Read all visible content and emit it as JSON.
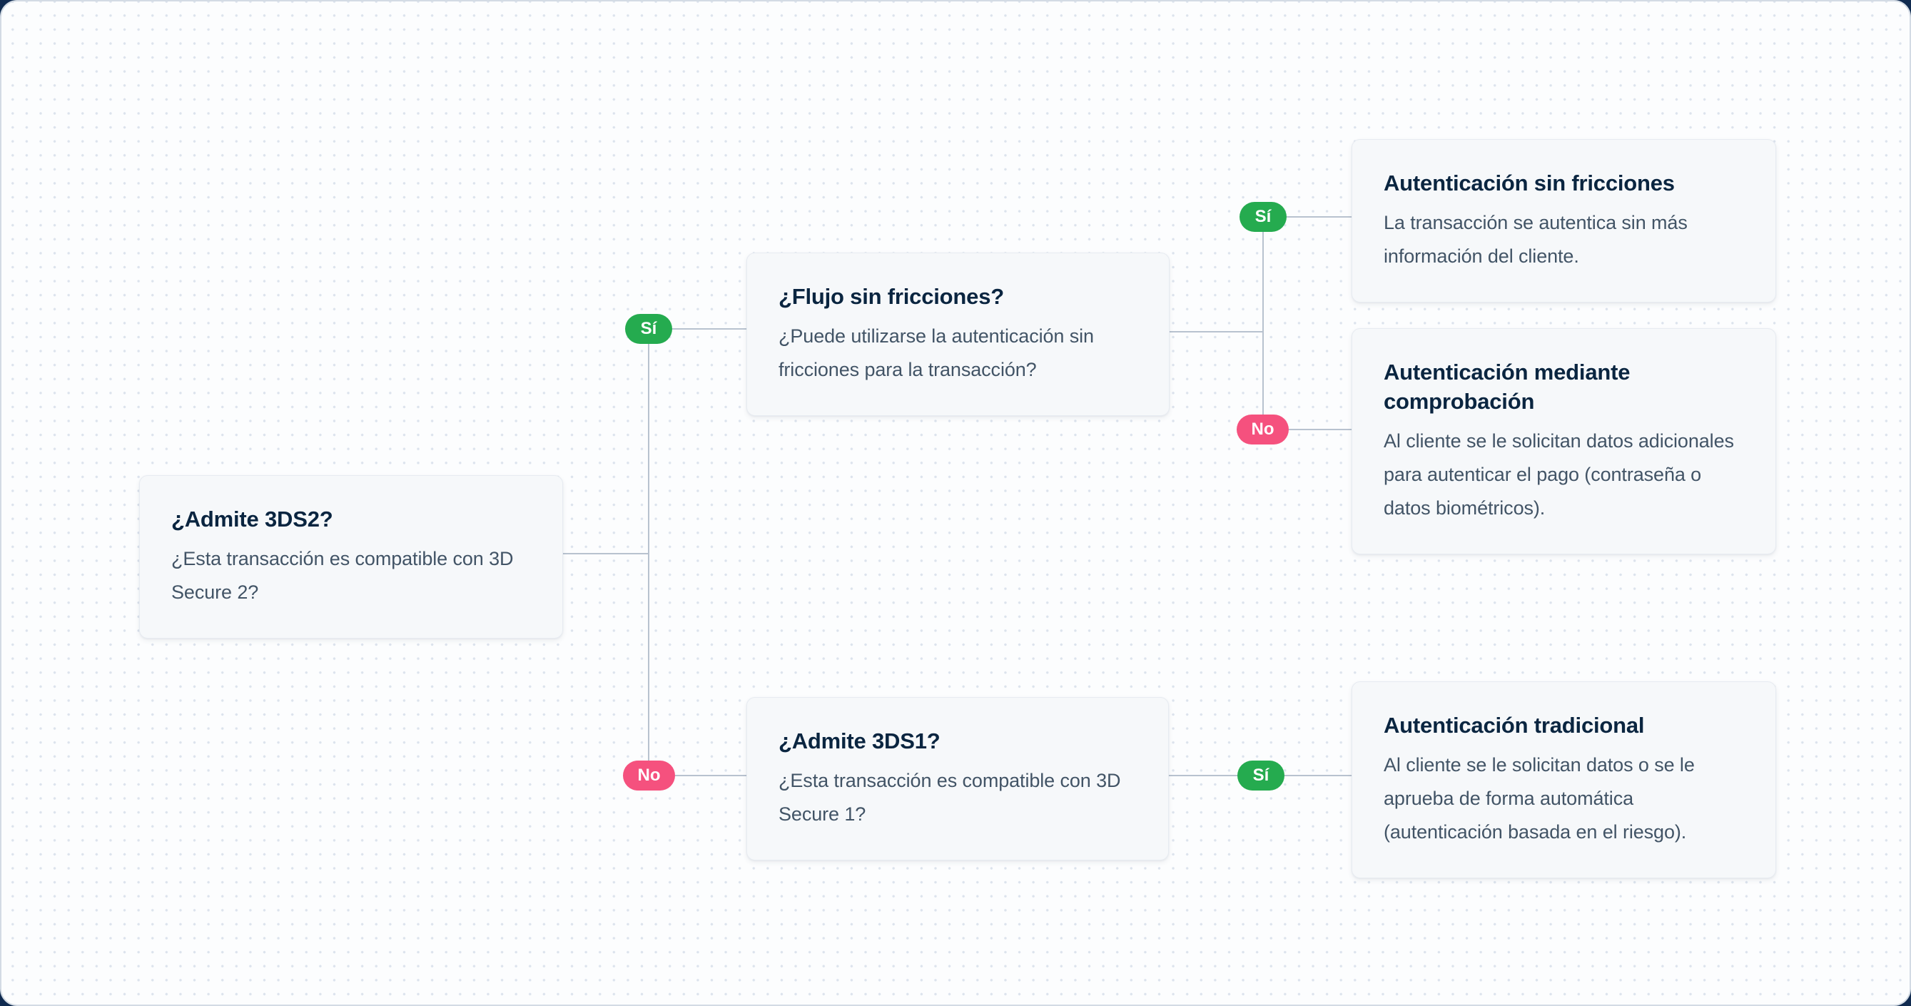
{
  "theme": {
    "page-bg": "#102B50",
    "canvas-bg": "#FCFDFE",
    "dot": "#DCE3ED",
    "node-bg": "#F6F8FA",
    "node-border": "#E7EBF1",
    "title": "#0A2540",
    "body": "#425466",
    "line": "#B8C2CF",
    "yes-green": "#25AB4F",
    "no-pink": "#F5517E",
    "pill-text": "#FFFFFF"
  },
  "diagram": {
    "type": "decision-flowchart",
    "language": "es",
    "topic": "3D Secure authentication flow"
  },
  "nodes": [
    {
      "id": "admite-3ds2",
      "type": "question",
      "title": "¿Admite 3DS2?",
      "body": "¿Esta transacción es compatible con 3D Secure 2?"
    },
    {
      "id": "flujo-sin-fricciones",
      "type": "question",
      "title": "¿Flujo sin fricciones?",
      "body": "¿Puede utilizarse la autenticación sin fricciones para la transacción?"
    },
    {
      "id": "autenticacion-sin-fricciones",
      "type": "outcome",
      "title": "Autenticación sin fricciones",
      "body": "La transacción se autentica sin más información del cliente."
    },
    {
      "id": "autenticacion-mediante-comprobacion",
      "type": "outcome",
      "title": "Autenticación mediante comprobación",
      "body": "Al cliente se le solicitan datos adicionales para autenticar el pago (contraseña o datos biométricos)."
    },
    {
      "id": "admite-3ds1",
      "type": "question",
      "title": "¿Admite 3DS1?",
      "body": "¿Esta transacción es compatible con 3D Secure 1?"
    },
    {
      "id": "autenticacion-tradicional",
      "type": "outcome",
      "title": "Autenticación tradicional",
      "body": "Al cliente se le solicitan datos o se le aprueba de forma automática (autenticación basada en el riesgo)."
    }
  ],
  "pills": [
    {
      "label": "Sí",
      "value": "yes",
      "edge": "admite-3ds2 → flujo-sin-fricciones"
    },
    {
      "label": "No",
      "value": "no",
      "edge": "admite-3ds2 → admite-3ds1"
    },
    {
      "label": "Sí",
      "value": "yes",
      "edge": "flujo-sin-fricciones → autenticacion-sin-fricciones"
    },
    {
      "label": "No",
      "value": "no",
      "edge": "flujo-sin-fricciones → autenticacion-mediante-comprobacion"
    },
    {
      "label": "Sí",
      "value": "yes",
      "edge": "admite-3ds1 → autenticacion-tradicional"
    }
  ]
}
